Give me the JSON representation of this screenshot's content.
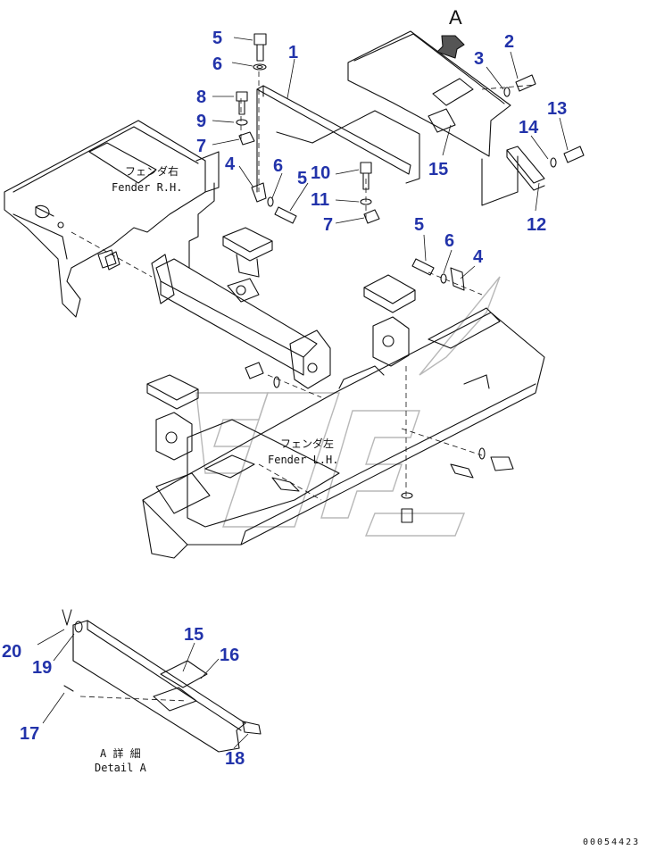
{
  "view_marker": "A",
  "drawing_code": "00054423",
  "notes": {
    "fender_rh_jp": "フェンダ右",
    "fender_rh_en": "Fender R.H.",
    "fender_lh_jp": "フェンダ左",
    "fender_lh_en": "Fender L.H.",
    "detail_jp": "A 詳 細",
    "detail_en": "Detail A"
  },
  "callouts": [
    {
      "id": "c5a",
      "label": "5"
    },
    {
      "id": "c6a",
      "label": "6"
    },
    {
      "id": "c1",
      "label": "1"
    },
    {
      "id": "c8",
      "label": "8"
    },
    {
      "id": "c9",
      "label": "9"
    },
    {
      "id": "c7a",
      "label": "7"
    },
    {
      "id": "c4a",
      "label": "4"
    },
    {
      "id": "c6b",
      "label": "6"
    },
    {
      "id": "c5b",
      "label": "5"
    },
    {
      "id": "c10",
      "label": "10"
    },
    {
      "id": "c11",
      "label": "11"
    },
    {
      "id": "c7b",
      "label": "7"
    },
    {
      "id": "c3",
      "label": "3"
    },
    {
      "id": "c2",
      "label": "2"
    },
    {
      "id": "c13",
      "label": "13"
    },
    {
      "id": "c14",
      "label": "14"
    },
    {
      "id": "c15a",
      "label": "15"
    },
    {
      "id": "c12",
      "label": "12"
    },
    {
      "id": "c5c",
      "label": "5"
    },
    {
      "id": "c6c",
      "label": "6"
    },
    {
      "id": "c4b",
      "label": "4"
    },
    {
      "id": "c20",
      "label": "20"
    },
    {
      "id": "c19",
      "label": "19"
    },
    {
      "id": "c15b",
      "label": "15"
    },
    {
      "id": "c16",
      "label": "16"
    },
    {
      "id": "c17",
      "label": "17"
    },
    {
      "id": "c18",
      "label": "18"
    }
  ]
}
